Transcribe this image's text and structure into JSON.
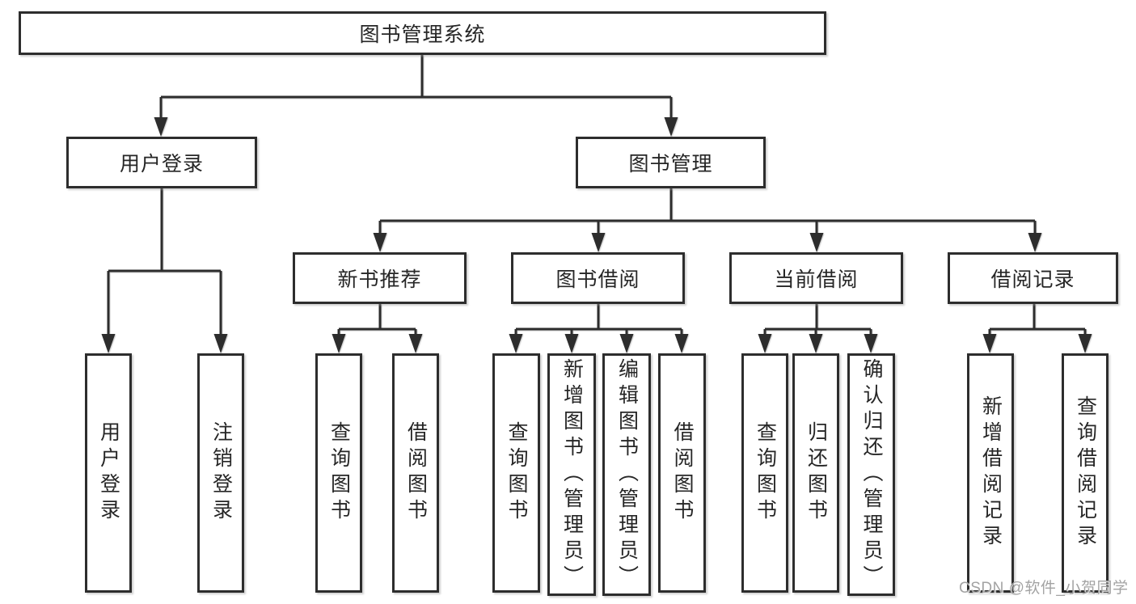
{
  "tree": {
    "root": {
      "label": "图书管理系统"
    },
    "level2": [
      {
        "label": "用户登录",
        "children": [
          {
            "label": "用户登录"
          },
          {
            "label": "注销登录"
          }
        ]
      },
      {
        "label": "图书管理",
        "children": [
          {
            "label": "新书推荐",
            "children": [
              {
                "label": "查询图书"
              },
              {
                "label": "借阅图书"
              }
            ]
          },
          {
            "label": "图书借阅",
            "children": [
              {
                "label": "查询图书"
              },
              {
                "label": "新增图书（管理员）"
              },
              {
                "label": "编辑图书（管理员）"
              },
              {
                "label": "借阅图书"
              }
            ]
          },
          {
            "label": "当前借阅",
            "children": [
              {
                "label": "查询图书"
              },
              {
                "label": "归还图书"
              },
              {
                "label": "确认归还（管理员）"
              }
            ]
          },
          {
            "label": "借阅记录",
            "children": [
              {
                "label": "新增借阅记录"
              },
              {
                "label": "查询借阅记录"
              }
            ]
          }
        ]
      }
    ]
  },
  "watermark": {
    "text": "CSDN @软件_小贺同学"
  },
  "colors": {
    "line": "#2d2d2d",
    "box_border": "#2d2d2d",
    "text": "#262626",
    "watermark": "#a3a3a3",
    "background": "#ffffff"
  }
}
